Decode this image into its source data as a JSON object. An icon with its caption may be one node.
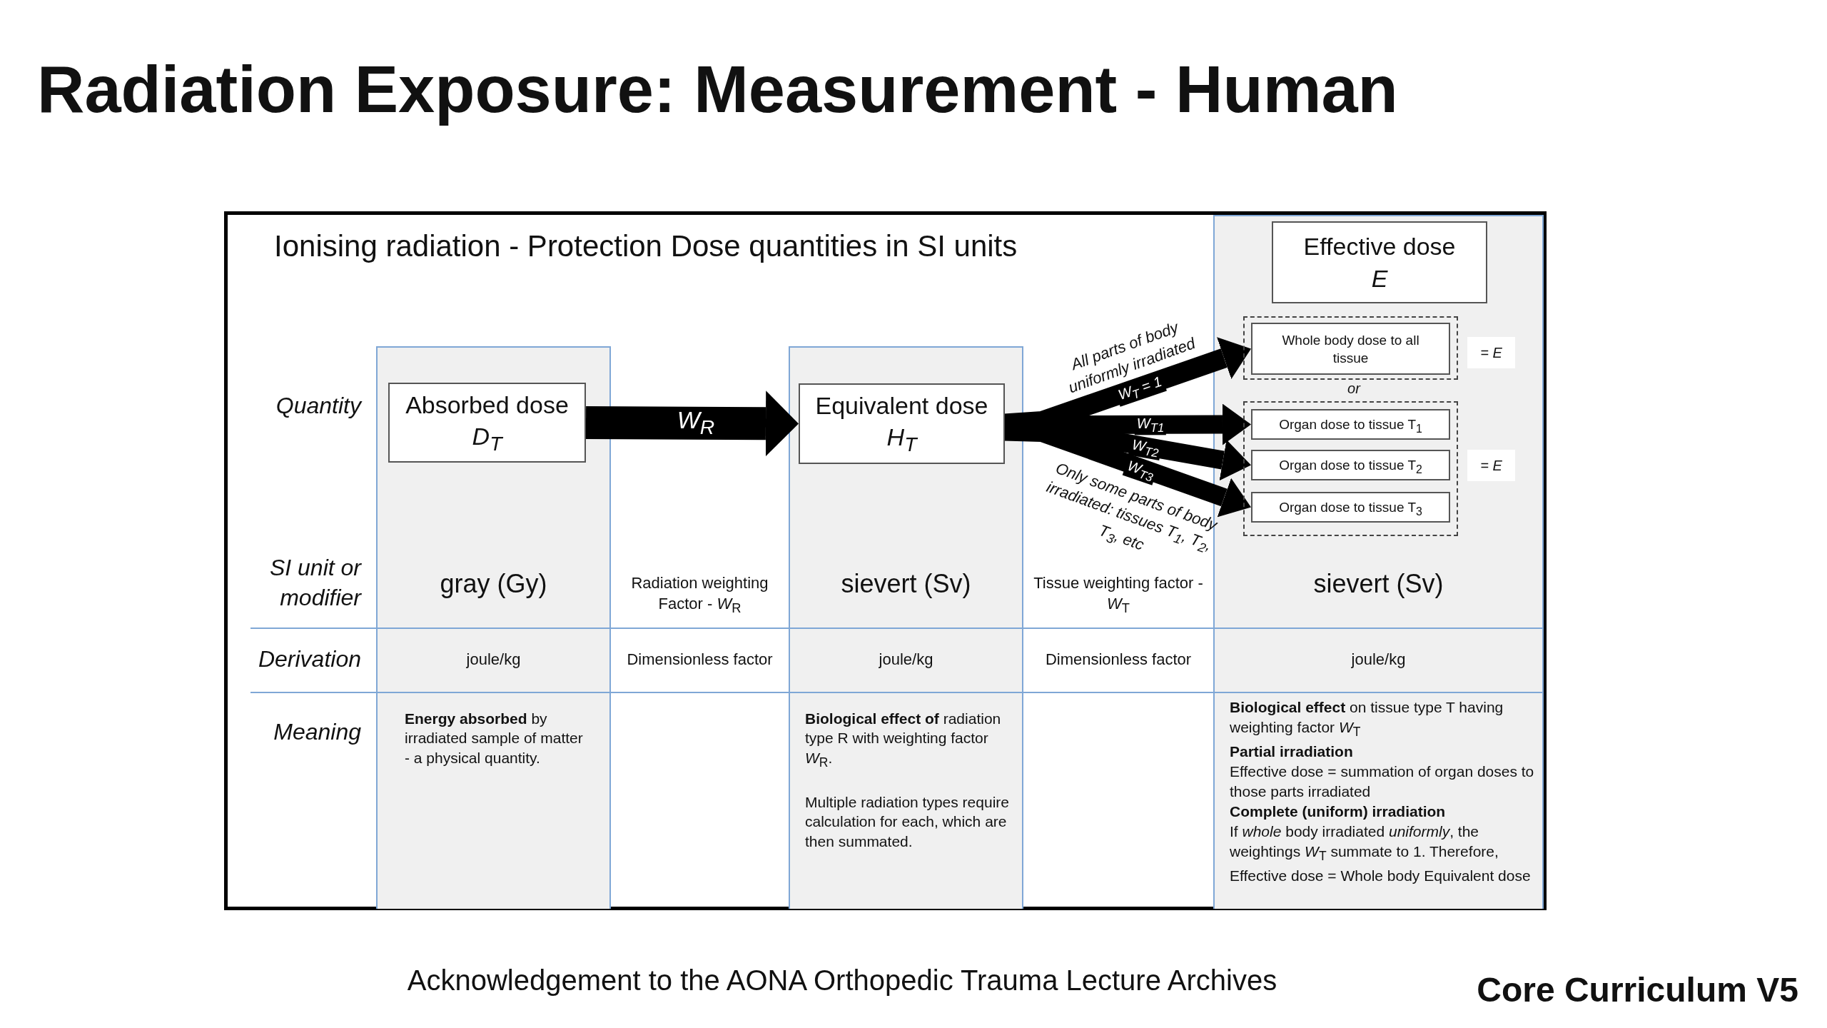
{
  "diagram": {
    "title": "Radiation Exposure: Measurement - Human",
    "nodes": [
      {
        "text": [
          "Absorbed dose",
          "*D*$_{T}$"
        ]
      },
      {
        "text": [
          "Equivalent dose",
          "*H*$_{T}$"
        ]
      },
      {
        "text": [
          "Effective dose",
          "*E*"
        ]
      },
      {
        "text": [],
        "shape": "box"
      },
      {
        "text": [
          "Whole body dose to all tissue"
        ],
        "in": 3
      },
      {
        "text": [],
        "shape": "box"
      },
      {
        "text": [
          "Organ dose to tissue T$_{1}$"
        ],
        "in": 5
      },
      {
        "text": [
          "Organ dose to tissue T$_{2}$"
        ],
        "in": 5
      },
      {
        "text": [
          "Organ dose to tissue T$_{3}$"
        ],
        "in": 5
      }
    ],
    "edges": [
      {
        "from": 0,
        "to": 1,
        "arrow": "to",
        "label": "*W*$_{R}$"
      },
      {
        "from": 1,
        "to": 4,
        "arrow": "to",
        "label": "W$_{T}$ = 1"
      },
      {
        "from": 1,
        "to": 6,
        "arrow": "to",
        "label": "*W*$_{T1}$"
      },
      {
        "from": 1,
        "to": 7,
        "arrow": "to",
        "label": "*W*$_{T2}$"
      },
      {
        "from": 1,
        "to": 8,
        "arrow": "to",
        "label": "*W*$_{T3}$"
      }
    ],
    "labels": [
      "Ionising radiation - Protection Dose quantities in SI units",
      "Quantity",
      "All parts of body uniformly irradiated",
      "= *E*",
      "or",
      "Only some parts of body irradiated: tissues T$_{1}$, T$_{2}$, T$_{3}$, etc",
      "= *E*",
      "SI unit or modifier",
      "gray (Gy)",
      "Radiation weighting Factor - *W*$_{R}$",
      "sievert (Sv)",
      "Tissue weighting factor - *W*$_{T}$",
      "sievert (Sv)",
      "Derivation",
      "joule/kg",
      "Dimensionless factor",
      "joule/kg",
      "Dimensionless factor",
      "joule/kg",
      "Meaning",
      "**Energy absorbed** by irradiated sample of matter - a physical quantity.",
      "**Biological effect of** radiation type R with weighting factor *W*$_{R}$.",
      "Multiple radiation types require calculation for each, which are then summated.",
      "**Biological effect** on tissue type T having weighting factor *W*$_{T}$",
      "Partial irradiation",
      "Effective dose = summation of organ doses to those parts irradiated",
      "Complete (uniform) irradiation",
      "If *whole* body irradiated *uniformly*, the weightings *W*$_{T}$ summate to 1. Therefore, Effective dose = Whole body Equivalent dose",
      "Acknowledgement to the AONA Orthopedic Trauma Lecture Archives",
      "Core Curriculum V5"
    ]
  }
}
